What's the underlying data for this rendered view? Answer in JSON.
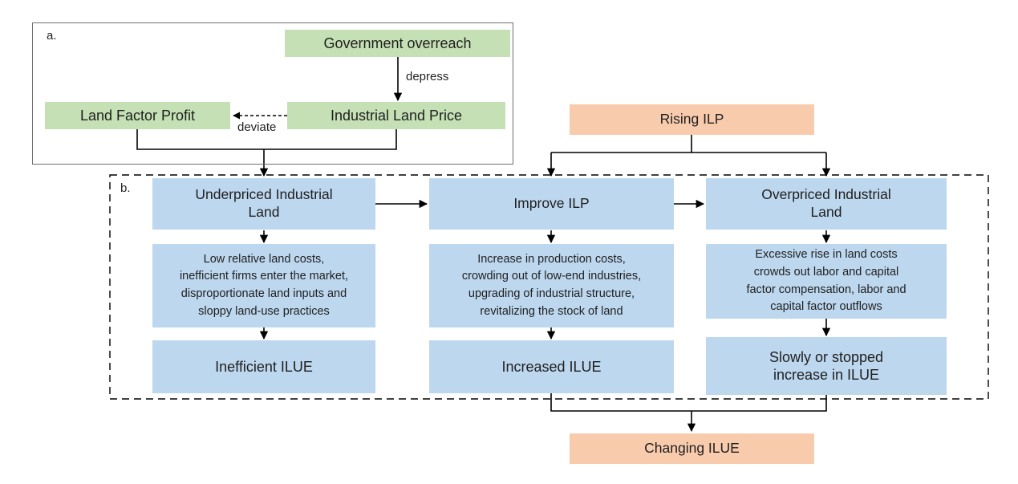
{
  "panel_a": {
    "label": "a.",
    "boxes": {
      "government_overreach": "Government overreach",
      "industrial_land_price": "Industrial Land Price",
      "land_factor_profit": "Land Factor Profit"
    },
    "edge_labels": {
      "depress": "depress",
      "deviate": "deviate"
    }
  },
  "panel_b": {
    "label": "b.",
    "rising_ilp": "Rising ILP",
    "changing_ilue": "Changing ILUE",
    "columns": [
      {
        "header": "Underpriced  Industrial\nLand",
        "description": "Low relative land costs,\ninefficient firms enter the market,\ndisproportionate land inputs and\nsloppy land-use practices",
        "outcome": "Inefficient  ILUE"
      },
      {
        "header": "Improve  ILP",
        "description": "Increase in production costs,\ncrowding out of low-end industries,\nupgrading of industrial structure,\nrevitalizing the stock of land",
        "outcome": "Increased  ILUE"
      },
      {
        "header": "Overpriced  Industrial\nLand",
        "description": "Excessive rise in land costs\ncrowds out labor and capital\nfactor compensation, labor and\ncapital factor outflows",
        "outcome": "Slowly or stopped\nincrease in ILUE"
      }
    ]
  },
  "colors": {
    "green": "#c5e0b4",
    "blue": "#bdd7ee",
    "orange": "#f8cbad"
  }
}
